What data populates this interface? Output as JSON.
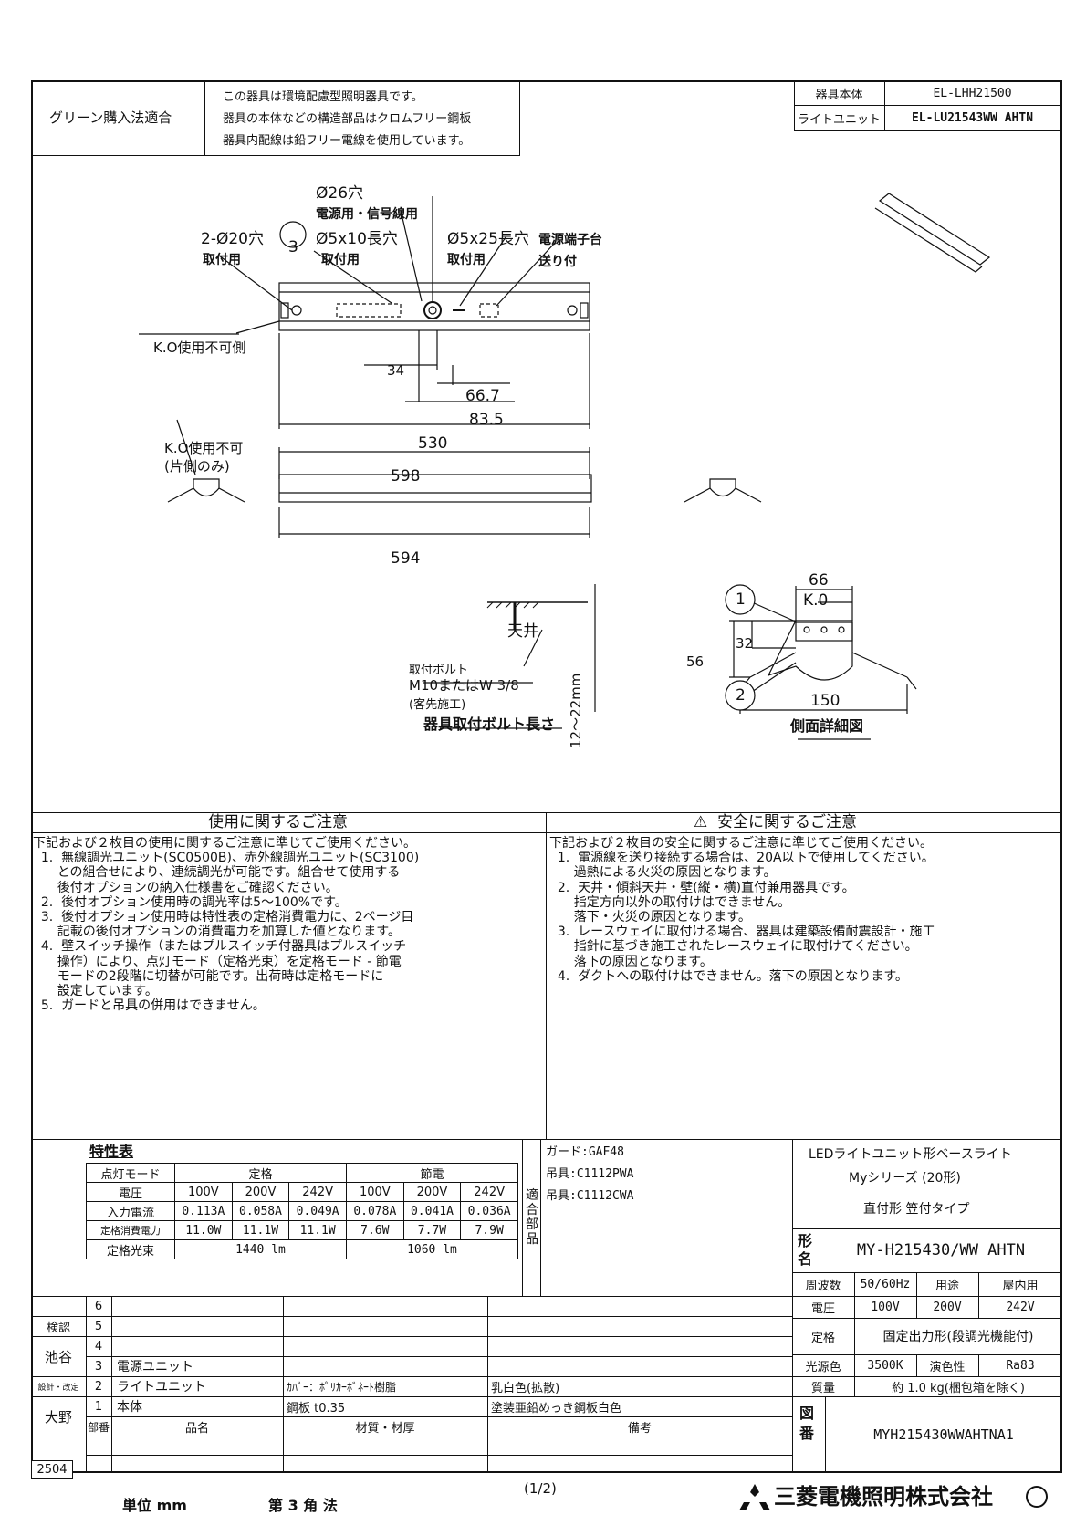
{
  "header": {
    "green_label": "グリーン購入法適合",
    "green_lines": [
      "この器具は環境配慮型照明器具です。",
      "器具の本体などの構造部品はクロムフリー鋼板",
      "器具内配線は鉛フリー電線を使用しています。"
    ],
    "body_label": "器具本体",
    "body_value": "EL-LHH21500",
    "unit_label": "ライトユニット",
    "unit_value": "EL-LU21543WW AHTN"
  },
  "drawing": {
    "hole_26": "Ø26穴",
    "hole_26_use": "電源用・信号線用",
    "hole_2x20": "2-Ø20穴",
    "mount_use_1": "取付用",
    "circle_3": "3",
    "hole_5x10": "Ø5x10長穴",
    "mount_use_2": "取付用",
    "hole_5x25": "Ø5x25長穴",
    "mount_use_3": "取付用",
    "terminal": "電源端子台",
    "terminal_sub": "送り付",
    "ko_side": "K.O使用不可側",
    "ko_unusable": "K.O使用不可",
    "ko_one_side": "(片側のみ)",
    "dim_34": "34",
    "dim_66_7": "66.7",
    "dim_83_5": "83.5",
    "dim_530": "530",
    "dim_598": "598",
    "dim_594": "594",
    "ceiling": "天井",
    "bolt_label": "取付ボルト",
    "bolt_size": "M10またはW 3/8",
    "bolt_supply": "(客先施工)",
    "bolt_len": "12～22mm",
    "bolt_title": "器具取付ボルト長さ",
    "circle_1": "1",
    "circle_2": "2",
    "dim_66": "66",
    "dim_k0": "K.0",
    "dim_32": "32",
    "dim_56": "56",
    "dim_150": "150",
    "side_title": "側面詳細図"
  },
  "usage": {
    "title": "使用に関するご注意",
    "text": "下記および２枚目の使用に関するご注意に準じてご使用ください。\n  1.  無線調光ユニット(SC0500B)、赤外線調光ユニット(SC3100)\n      との組合せにより、連続調光が可能です。組合せて使用する\n      後付オプションの納入仕様書をご確認ください。\n  2.  後付オプション使用時の調光率は5～100%です。\n  3.  後付オプション使用時は特性表の定格消費電力に、2ページ目\n      記載の後付オプションの消費電力を加算した値となります。\n  4.  壁スイッチ操作（またはプルスイッチ付器具はプルスイッチ\n      操作）により、点灯モード（定格光束）を定格モード - 節電\n      モードの2段階に切替が可能です。出荷時は定格モードに\n      設定しています。\n  5.  ガードと吊具の併用はできません。"
  },
  "safety": {
    "title": "安全に関するご注意",
    "text": "下記および２枚目の安全に関するご注意に準じてご使用ください。\n  1.  電源線を送り接続する場合は、20A以下で使用してください。\n      過熱による火災の原因となります。\n  2.  天井・傾斜天井・壁(縦・横)直付兼用器具です。\n      指定方向以外の取付けはできません。\n      落下・火災の原因となります。\n  3.  レースウェイに取付ける場合、器具は建築設備耐震設計・施工\n      指針に基づき施工されたレースウェイに取付けてください。\n      落下の原因となります。\n  4.  ダクトへの取付けはできません。落下の原因となります。"
  },
  "spec_table": {
    "title": "特性表",
    "mode_label": "点灯モード",
    "mode_rated": "定格",
    "mode_eco": "節電",
    "voltage_label": "電圧",
    "voltages": [
      "100V",
      "200V",
      "242V",
      "100V",
      "200V",
      "242V"
    ],
    "current_label": "入力電流",
    "currents": [
      "0.113A",
      "0.058A",
      "0.049A",
      "0.078A",
      "0.041A",
      "0.036A"
    ],
    "power_label": "定格消費電力",
    "powers": [
      "11.0W",
      "11.1W",
      "11.1W",
      "7.6W",
      "7.7W",
      "7.9W"
    ],
    "flux_label": "定格光束",
    "flux_rated": "1440 lm",
    "flux_eco": "1060 lm"
  },
  "parts": {
    "label": "適合部品",
    "items": [
      "ガード:GAF48",
      "吊具:C1112PWA",
      "吊具:C1112CWA"
    ]
  },
  "product": {
    "line1": "LEDライトユニット形ベースライト",
    "line2": "Myシリーズ (20形)",
    "line3": "直付形 笠付タイプ",
    "model_label": "形名",
    "model": "MY-H215430/WW AHTN",
    "freq_label": "周波数",
    "freq": "50/60Hz",
    "use_label": "用途",
    "use": "屋内用",
    "voltage_label": "電圧",
    "v1": "100V",
    "v2": "200V",
    "v3": "242V",
    "rating_label": "定格",
    "rating": "固定出力形(段調光機能付)",
    "color_label": "光源色",
    "color": "3500K",
    "cri_label": "演色性",
    "cri": "Ra83",
    "mass_label": "質量",
    "mass": "約 1.0 kg(梱包箱を除く)",
    "drawing_label": "図番",
    "drawing_no": "MYH215430WWAHTNA1"
  },
  "bom": {
    "rows": [
      {
        "no": "6",
        "name": "",
        "material": "",
        "note": ""
      },
      {
        "no": "5",
        "name": "",
        "material": "",
        "note": ""
      },
      {
        "no": "4",
        "name": "",
        "material": "",
        "note": ""
      },
      {
        "no": "3",
        "name": "電源ユニット",
        "material": "",
        "note": ""
      },
      {
        "no": "2",
        "name": "ライトユニット",
        "material": "ｶﾊﾞｰ：ﾎﾟﾘｶｰﾎﾞﾈｰﾄ樹脂",
        "note": "乳白色(拡散)"
      },
      {
        "no": "1",
        "name": "本体",
        "material": "鋼板  t0.35",
        "note": "塗装亜鉛めっき鋼板白色"
      }
    ],
    "head_no": "部番",
    "head_name": "品名",
    "head_material": "材質・材厚",
    "head_note": "備考"
  },
  "approval": {
    "check_label": "検認",
    "check_name": "池谷",
    "design_label": "設計・改定",
    "design_name": "大野"
  },
  "footer": {
    "code": "2504",
    "unit": "単位  mm",
    "projection": "第 3 角 法",
    "page": "(1/2)",
    "company": "三菱電機照明株式会社"
  }
}
